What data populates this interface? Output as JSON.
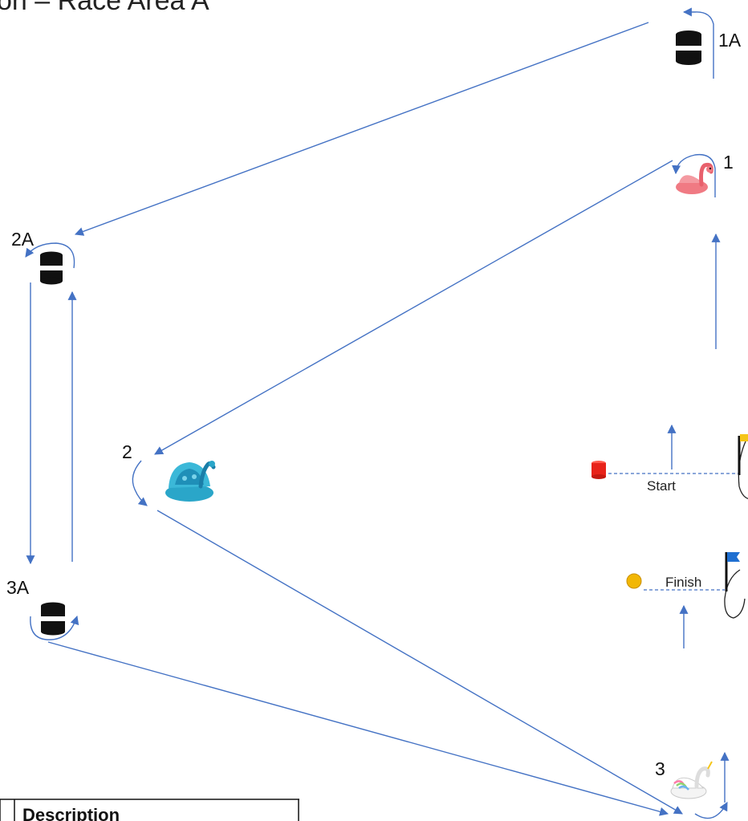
{
  "diagram": {
    "title": "on – Race Area A",
    "marks": {
      "m1a": "1A",
      "m1": "1",
      "m2a": "2A",
      "m2": "2",
      "m3a": "3A",
      "m3": "3"
    },
    "start_label": "Start",
    "finish_label": "Finish",
    "table_header": "Description",
    "colors": {
      "arrow": "#4472c4",
      "start_buoy": "#e8231a",
      "finish_buoy": "#f2b705",
      "finish_flag": "#1f6fd1",
      "start_flag": "#f5c518"
    },
    "icons": [
      "barrel-mark-icon",
      "flamingo-float-icon",
      "peacock-float-icon",
      "unicorn-float-icon",
      "committee-boat-icon"
    ]
  }
}
